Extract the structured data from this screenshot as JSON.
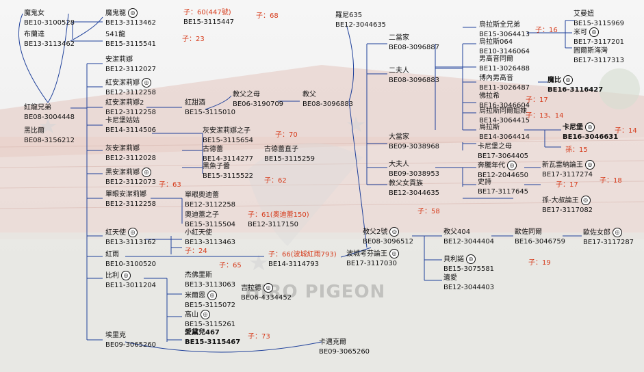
{
  "watermark": "HIRO PIGEON",
  "nodes": [
    {
      "name": "魔鬼女",
      "ring": "BE10-3100528",
      "bold": false,
      "medal": false
    },
    {
      "name": "布蘭達",
      "ring": "BE13-3113462",
      "bold": false,
      "medal": false
    },
    {
      "name": "紅龍兄弟",
      "ring": "BE08-3004448",
      "bold": false,
      "medal": false
    },
    {
      "name": "黑比爾",
      "ring": "BE08-3156212",
      "bold": false,
      "medal": false
    },
    {
      "name": "魔鬼龍",
      "ring": "BE13-3113462",
      "bold": false,
      "medal": true
    },
    {
      "name": "541龍",
      "ring": "BE15-3115541",
      "bold": false,
      "medal": false
    },
    {
      "name": "安潔莉娜",
      "ring": "BE12-3112027",
      "bold": false,
      "medal": false
    },
    {
      "name": "紅安潔莉娜",
      "ring": "BE12-3112258",
      "bold": false,
      "medal": true
    },
    {
      "name": "紅安潔莉娜2",
      "ring": "BE12-3112258",
      "bold": false,
      "medal": false
    },
    {
      "name": "卡尼堡姑姑",
      "ring": "BE14-3114506",
      "bold": false,
      "medal": false
    },
    {
      "name": "灰安潔莉娜",
      "ring": "BE12-3112028",
      "bold": false,
      "medal": false
    },
    {
      "name": "黑安潔莉娜",
      "ring": "BE12-3112073",
      "bold": false,
      "medal": true
    },
    {
      "name": "單眼安潔莉娜",
      "ring": "BE12-3112258",
      "bold": false,
      "medal": false
    },
    {
      "name": "紅天使",
      "ring": "BE13-3113162",
      "bold": false,
      "medal": true
    },
    {
      "name": "紅雨",
      "ring": "BE10-3100520",
      "bold": false,
      "medal": false
    },
    {
      "name": "比利",
      "ring": "BE11-3011204",
      "bold": false,
      "medal": true
    },
    {
      "name": "埃里克",
      "ring": "BE09-3065260",
      "bold": false,
      "medal": false
    },
    {
      "name": "紅甜酒",
      "ring": "BE15-3115010",
      "bold": false,
      "medal": false
    },
    {
      "name": "灰安潔莉娜之子",
      "ring": "BE15-3115654",
      "bold": false,
      "medal": false
    },
    {
      "name": "古德蕾",
      "ring": "BE14-3114277",
      "bold": false,
      "medal": false
    },
    {
      "name": "黑魚子醬",
      "ring": "BE15-3115522",
      "bold": false,
      "medal": false
    },
    {
      "name": "古德蕾直子",
      "ring": "BE15-3115259",
      "bold": false,
      "medal": false
    },
    {
      "name": "單眼奧迪蕾",
      "ring": "BE12-3112258",
      "bold": false,
      "medal": false
    },
    {
      "name": "奧迪蕾之子",
      "ring": "BE15-3115504",
      "bold": false,
      "medal": false
    },
    {
      "name": "小紅天使",
      "ring": "BE13-3113463",
      "bold": false,
      "medal": false
    },
    {
      "name": "杰佛里斯",
      "ring": "BE13-3113063",
      "bold": false,
      "medal": false
    },
    {
      "name": "米爾恩",
      "ring": "BE15-3115072",
      "bold": false,
      "medal": true
    },
    {
      "name": "高山",
      "ring": "BE15-3115261",
      "bold": false,
      "medal": true
    },
    {
      "name": "愛黛兒467",
      "ring": "BE15-3115467",
      "bold": true,
      "medal": false
    },
    {
      "name": "教父之母",
      "ring": "BE06-3190709",
      "bold": false,
      "medal": false
    },
    {
      "name": "吉拉德",
      "ring": "BE06-4334452",
      "bold": false,
      "medal": true
    },
    {
      "name": "卡邁克爾",
      "ring": "BE09-3065260",
      "bold": false,
      "medal": false
    },
    {
      "name": "羅尼635",
      "ring": "BE12-3044635",
      "bold": false,
      "medal": false
    },
    {
      "name": "教父",
      "ring": "BE08-3096883",
      "bold": false,
      "medal": false
    },
    {
      "name": "二當家",
      "ring": "BE08-3096887",
      "bold": false,
      "medal": false
    },
    {
      "name": "二夫人",
      "ring": "BE08-3096883",
      "bold": false,
      "medal": false
    },
    {
      "name": "大當家",
      "ring": "BE09-3038968",
      "bold": false,
      "medal": false
    },
    {
      "name": "大夫人",
      "ring": "BE09-3038953",
      "bold": false,
      "medal": false
    },
    {
      "name": "教父女貢族",
      "ring": "BE12-3044635",
      "bold": false,
      "medal": false
    },
    {
      "name": "教父2號",
      "ring": "BE08-3096512",
      "bold": false,
      "medal": true
    },
    {
      "name": "波城考芬論王",
      "ring": "BE17-3117030",
      "bold": false,
      "medal": true
    },
    {
      "name": "烏拉斯全兄弟",
      "ring": "BE15-3064413",
      "bold": false,
      "medal": false
    },
    {
      "name": "烏拉斯064",
      "ring": "BE10-3146064",
      "bold": false,
      "medal": false
    },
    {
      "name": "男高音同爾",
      "ring": "BE11-3026488",
      "bold": false,
      "medal": false
    },
    {
      "name": "博內男高音",
      "ring": "BE11-3026487",
      "bold": false,
      "medal": false
    },
    {
      "name": "佛拉希",
      "ring": "BE16-3046604",
      "bold": false,
      "medal": false
    },
    {
      "name": "烏拉斯同爾姐妹",
      "ring": "BE14-3064415",
      "bold": false,
      "medal": false
    },
    {
      "name": "烏拉斯",
      "ring": "BE14-3064414",
      "bold": false,
      "medal": false
    },
    {
      "name": "卡尼堡之母",
      "ring": "BE17-3064405",
      "bold": false,
      "medal": false
    },
    {
      "name": "奔騰年代",
      "ring": "BE12-2044650",
      "bold": false,
      "medal": true
    },
    {
      "name": "史詩",
      "ring": "BE17-3117645",
      "bold": false,
      "medal": false
    },
    {
      "name": "艾曼妞",
      "ring": "BE15-3115969",
      "bold": false,
      "medal": false
    },
    {
      "name": "米可",
      "ring": "BE17-3117201",
      "bold": false,
      "medal": true
    },
    {
      "name": "圓爾斯海灣",
      "ring": "BE17-3117313",
      "bold": false,
      "medal": false
    },
    {
      "name": "魔比",
      "ring": "BE16-3116427",
      "bold": true,
      "medal": true
    },
    {
      "name": "卡尼堡",
      "ring": "BE16-3046631",
      "bold": true,
      "medal": true
    },
    {
      "name": "新瓦雷納論王",
      "ring": "BE17-3117274",
      "bold": false,
      "medal": true
    },
    {
      "name": "孫-大叔論王",
      "ring": "BE17-3117082",
      "bold": false,
      "medal": true
    },
    {
      "name": "教父404",
      "ring": "BE12-3044404",
      "bold": false,
      "medal": false
    },
    {
      "name": "歐佐同爾",
      "ring": "BE16-3046759",
      "bold": false,
      "medal": false
    },
    {
      "name": "歐佐女郎",
      "ring": "BE17-3117287",
      "bold": false,
      "medal": true
    },
    {
      "name": "貝利諾",
      "ring": "BE15-3075581",
      "bold": false,
      "medal": true
    },
    {
      "name": "遺愛",
      "ring": "BE12-3044403",
      "bold": false,
      "medal": false
    }
  ],
  "notes": [
    "子：60(447號)",
    "子：68",
    "子：23",
    "子：70",
    "子：62",
    "子：63",
    "子：61(奧迪蕾150)",
    "子：24",
    "子：66(波城紅雨793)",
    "子：65",
    "子：73",
    "子：58",
    "子：16",
    "子：17",
    "子：13、14",
    "子：14",
    "孫：15",
    "子：17",
    "子：18",
    "子：19"
  ],
  "note_rings": [
    "BE15-3115447",
    "BE12-3117150",
    "BE14-3114793"
  ],
  "colors": {
    "note": "#d63a1a",
    "line": "#1d3f9a",
    "medal_ring": "#111111"
  }
}
